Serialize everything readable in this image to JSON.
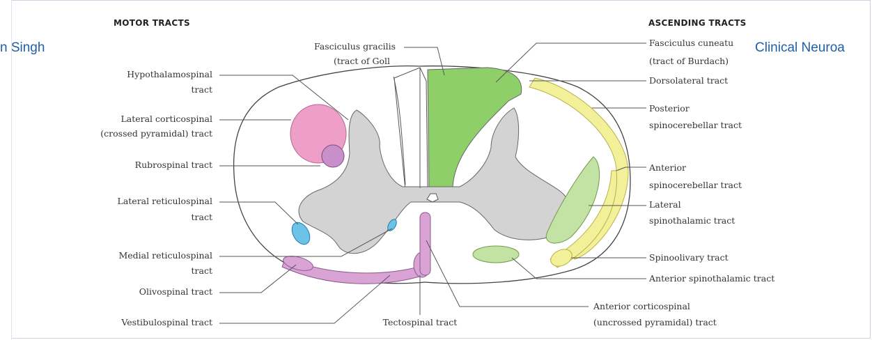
{
  "headers": {
    "motor": "MOTOR TRACTS",
    "ascending": "ASCENDING TRACTS"
  },
  "overlays": {
    "left": "n Singh",
    "right": "Clinical Neuroa"
  },
  "labels_left": {
    "hypothalamospinal_1": "Hypothalamospinal",
    "hypothalamospinal_2": "tract",
    "lateral_cs_1": "Lateral corticospinal",
    "lateral_cs_2": "(crossed pyramidal) tract",
    "rubrospinal": "Rubrospinal tract",
    "lat_reticulo_1": "Lateral reticulospinal",
    "lat_reticulo_2": "tract",
    "med_reticulo_1": "Medial reticulospinal",
    "med_reticulo_2": "tract",
    "olivospinal": "Olivospinal tract",
    "vestibulospinal": "Vestibulospinal tract"
  },
  "labels_top": {
    "gracilis_1": "Fasciculus gracilis",
    "gracilis_2": "(tract of Goll"
  },
  "labels_right": {
    "cuneatus_1": "Fasciculus cuneatu",
    "cuneatus_2": "(tract of Burdach)",
    "dorsolateral": "Dorsolateral tract",
    "post_spc_1": "Posterior",
    "post_spc_2": "spinocerebellar tract",
    "ant_spc_1": "Anterior",
    "ant_spc_2": "spinocerebellar tract",
    "lat_st_1": "Lateral",
    "lat_st_2": "spinothalamic tract",
    "spinoolivary": "Spinoolivary tract",
    "ant_st": "Anterior spinothalamic tract"
  },
  "labels_bottom": {
    "tectospinal": "Tectospinal tract",
    "ant_cs_1": "Anterior corticospinal",
    "ant_cs_2": "(uncrossed pyramidal) tract"
  },
  "colors": {
    "pink": "#ef9fc7",
    "purple": "#c88fcb",
    "mauve": "#d9a3d6",
    "blue": "#6cc3e8",
    "green": "#8fcf6a",
    "light_green": "#c2e3a4",
    "yellow": "#f3f09a",
    "gray": "#d3d3d3"
  }
}
